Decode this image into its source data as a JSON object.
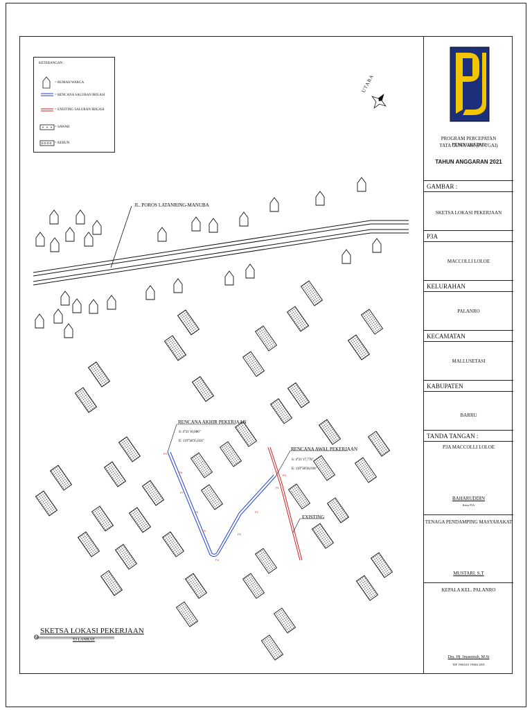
{
  "legend": {
    "title": "KETERANGAN :",
    "items": [
      {
        "label": "= RUMAH WARGA",
        "symbol": "house"
      },
      {
        "label": "= RENCANA SALURAN IRIGASI",
        "symbol": "plan-line",
        "color": "#1f3fd0"
      },
      {
        "label": "= EXISTING SALURAN IRIGASI",
        "symbol": "existing-line",
        "color": "#d21f1f"
      },
      {
        "label": "= SAWAH",
        "symbol": "sawah"
      },
      {
        "label": "= KEBUN",
        "symbol": "kebun"
      }
    ]
  },
  "north_label": "UTARA",
  "road_label": "JL. POROS LATANRING-MANUBA",
  "annotations": {
    "end": {
      "title": "RENCANA AKHIR PEKERJAAN",
      "lat": "S: 4°21'10,086\"",
      "lon": "E: 119°38'35,024\""
    },
    "start": {
      "title": "RENCANA AWAL PEKERJAAN",
      "lat": "S: 4°21'17,778\"",
      "lon": "E: 119°38'36,938\""
    },
    "existing": "EXISTING"
  },
  "points": [
    "P9",
    "P8",
    "P7",
    "P6",
    "P5",
    "P4",
    "P3",
    "P2",
    "P1",
    "P0"
  ],
  "map_title": "SKETSA LOKASI PEKERJAAN",
  "map_subtitle": "TJ LANRAE",
  "panel": {
    "program_line1": "PROGRAM PERCEPATAN PENINGKATAN",
    "program_line2": "TATA GUNA AIR (P3-TGAI)",
    "year": "TAHUN ANGGARAN 2021",
    "gambar_label": "GAMBAR :",
    "gambar_value": "SKETSA LOKASI PEKERJAAN",
    "p3a_label": "P3A",
    "p3a_value": "MACCOLLI LOLOE",
    "kelurahan_label": "KELURAHAN",
    "kelurahan_value": "PALANRO",
    "kecamatan_label": "KECAMATAN",
    "kecamatan_value": "MALLUSETASI",
    "kabupaten_label": "KABUPATEN",
    "kabupaten_value": "BARRU",
    "tanda_label": "TANDA TANGAN :",
    "sig1_org": "P3A MACCOLLI LOLOE",
    "sig1_name": "BAHARUDDIN",
    "sig1_role": "Ketua P3A",
    "sig2_org": "TENAGA PENDAMPING MASYARAKAT",
    "sig2_name": "MUSTARI, S.T",
    "sig3_org": "KEPALA KEL. PALANRO",
    "sig3_name": "Dra. Hj. Imasnirah, M.Si",
    "sig3_nip": "NIP. 19661201 199402 2003"
  },
  "colors": {
    "logo_blue": "#1c2f7a",
    "logo_yellow": "#f2c500",
    "plan_line": "#1f3fd0",
    "existing_line": "#d21f1f"
  }
}
